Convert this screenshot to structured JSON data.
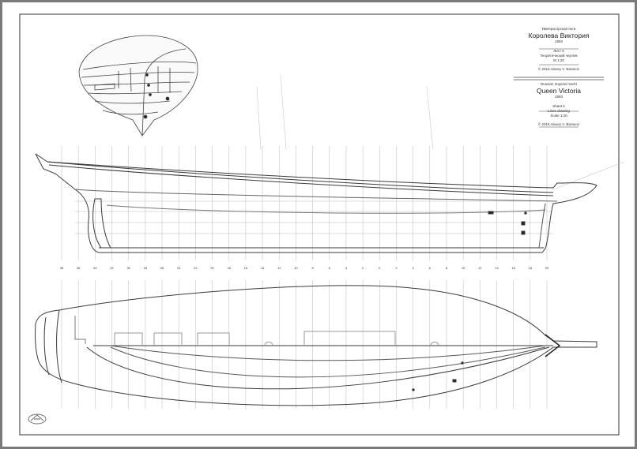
{
  "title_block": {
    "ru": {
      "header": "Императорская яхта",
      "name": "Королева Виктория",
      "year": "1893",
      "sheet": "Лист 5",
      "desc1": "Теоретический чертёж",
      "scale": "М 1:20",
      "note": "© 2016 Alexey V. Baranov"
    },
    "en": {
      "header": "Russian Imperial Yacht",
      "name": "Queen Victoria",
      "year": "1893",
      "sheet": "Sheet 5",
      "desc1": "Lines drawing",
      "scale": "Scale 1:20",
      "note": "© 2016 Alexey V. Baranov"
    }
  },
  "station_labels": [
    "38",
    "36",
    "34",
    "32",
    "30",
    "28",
    "26",
    "24",
    "22",
    "20",
    "18",
    "16",
    "14",
    "12",
    "10",
    "8",
    "6",
    "4",
    "2",
    "0",
    "2",
    "4",
    "6",
    "8",
    "10",
    "12",
    "14",
    "16",
    "18",
    "20"
  ],
  "colors": {
    "line": "#3a3a3a",
    "grid": "#c8c8c8",
    "paper": "#ffffff",
    "border": "#777777"
  },
  "icons": [
    "body-plan-perspective-icon",
    "maker-logo-icon"
  ]
}
